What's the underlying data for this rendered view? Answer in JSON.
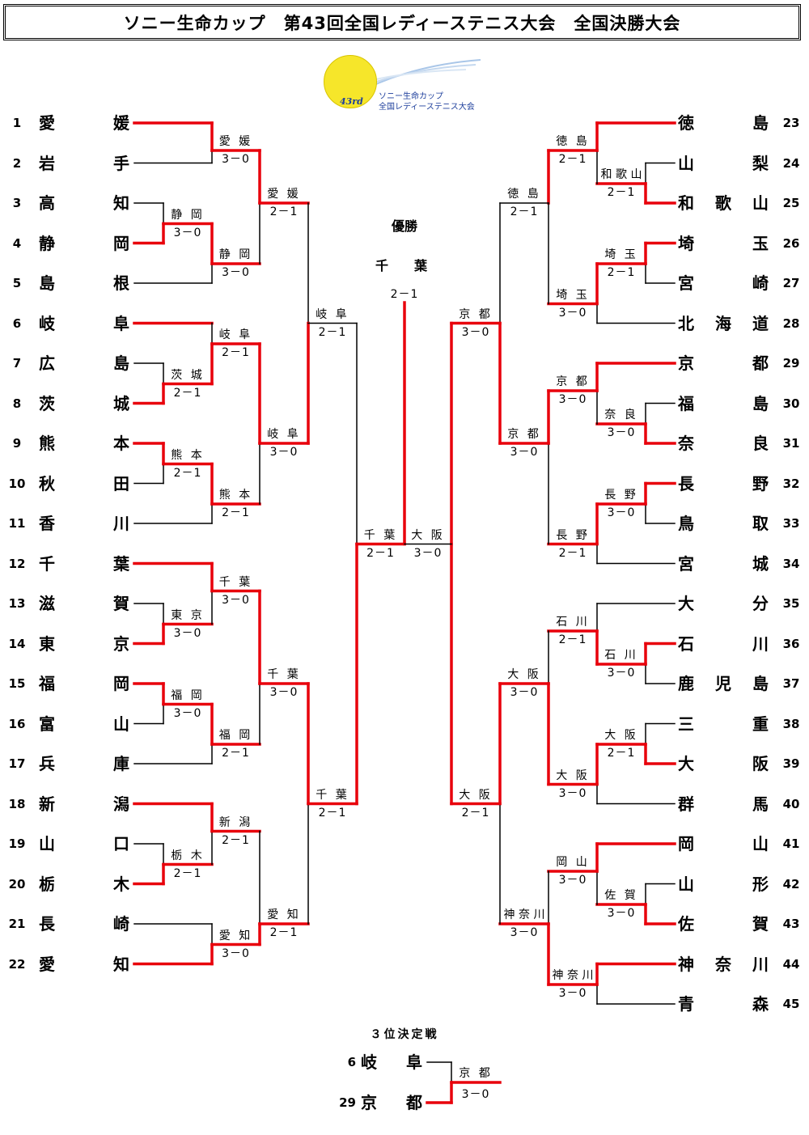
{
  "title": "ソニー生命カップ　第43回全国レディーステニス大会　全国決勝大会",
  "logo": {
    "ordinal": "43rd",
    "line1": "ソニー生命カップ",
    "line2": "全国レディーステニス大会"
  },
  "colors": {
    "winner_line": "#e8000b",
    "loser_line": "#000000"
  },
  "champion": {
    "label": "優勝",
    "name": "千　葉",
    "score": "2－1"
  },
  "left_teams": [
    {
      "seed": "1",
      "name": [
        "愛",
        "媛"
      ]
    },
    {
      "seed": "2",
      "name": [
        "岩",
        "手"
      ]
    },
    {
      "seed": "3",
      "name": [
        "高",
        "知"
      ]
    },
    {
      "seed": "4",
      "name": [
        "静",
        "岡"
      ]
    },
    {
      "seed": "5",
      "name": [
        "島",
        "根"
      ]
    },
    {
      "seed": "6",
      "name": [
        "岐",
        "阜"
      ]
    },
    {
      "seed": "7",
      "name": [
        "広",
        "島"
      ]
    },
    {
      "seed": "8",
      "name": [
        "茨",
        "城"
      ]
    },
    {
      "seed": "9",
      "name": [
        "熊",
        "本"
      ]
    },
    {
      "seed": "10",
      "name": [
        "秋",
        "田"
      ]
    },
    {
      "seed": "11",
      "name": [
        "香",
        "川"
      ]
    },
    {
      "seed": "12",
      "name": [
        "千",
        "葉"
      ]
    },
    {
      "seed": "13",
      "name": [
        "滋",
        "賀"
      ]
    },
    {
      "seed": "14",
      "name": [
        "東",
        "京"
      ]
    },
    {
      "seed": "15",
      "name": [
        "福",
        "岡"
      ]
    },
    {
      "seed": "16",
      "name": [
        "富",
        "山"
      ]
    },
    {
      "seed": "17",
      "name": [
        "兵",
        "庫"
      ]
    },
    {
      "seed": "18",
      "name": [
        "新",
        "潟"
      ]
    },
    {
      "seed": "19",
      "name": [
        "山",
        "口"
      ]
    },
    {
      "seed": "20",
      "name": [
        "栃",
        "木"
      ]
    },
    {
      "seed": "21",
      "name": [
        "長",
        "崎"
      ]
    },
    {
      "seed": "22",
      "name": [
        "愛",
        "知"
      ]
    }
  ],
  "right_teams": [
    {
      "seed": "23",
      "name": [
        "徳",
        "島"
      ]
    },
    {
      "seed": "24",
      "name": [
        "山",
        "梨"
      ]
    },
    {
      "seed": "25",
      "name": [
        "和",
        "歌",
        "山"
      ]
    },
    {
      "seed": "26",
      "name": [
        "埼",
        "玉"
      ]
    },
    {
      "seed": "27",
      "name": [
        "宮",
        "崎"
      ]
    },
    {
      "seed": "28",
      "name": [
        "北",
        "海",
        "道"
      ]
    },
    {
      "seed": "29",
      "name": [
        "京",
        "都"
      ]
    },
    {
      "seed": "30",
      "name": [
        "福",
        "島"
      ]
    },
    {
      "seed": "31",
      "name": [
        "奈",
        "良"
      ]
    },
    {
      "seed": "32",
      "name": [
        "長",
        "野"
      ]
    },
    {
      "seed": "33",
      "name": [
        "鳥",
        "取"
      ]
    },
    {
      "seed": "34",
      "name": [
        "宮",
        "城"
      ]
    },
    {
      "seed": "35",
      "name": [
        "大",
        "分"
      ]
    },
    {
      "seed": "36",
      "name": [
        "石",
        "川"
      ]
    },
    {
      "seed": "37",
      "name": [
        "鹿",
        "児",
        "島"
      ]
    },
    {
      "seed": "38",
      "name": [
        "三",
        "重"
      ]
    },
    {
      "seed": "39",
      "name": [
        "大",
        "阪"
      ]
    },
    {
      "seed": "40",
      "name": [
        "群",
        "馬"
      ]
    },
    {
      "seed": "41",
      "name": [
        "岡",
        "山"
      ]
    },
    {
      "seed": "42",
      "name": [
        "山",
        "形"
      ]
    },
    {
      "seed": "43",
      "name": [
        "佐",
        "賀"
      ]
    },
    {
      "seed": "44",
      "name": [
        "神",
        "奈",
        "川"
      ]
    },
    {
      "seed": "45",
      "name": [
        "青",
        "森"
      ]
    }
  ],
  "matches": [
    {
      "winner": "静岡",
      "score": "3－0"
    },
    {
      "winner": "茨城",
      "score": "2－1"
    },
    {
      "winner": "熊本",
      "score": "2－1"
    },
    {
      "winner": "東京",
      "score": "3－0"
    },
    {
      "winner": "福岡",
      "score": "3－0"
    },
    {
      "winner": "栃木",
      "score": "2－1"
    },
    {
      "winner": "愛媛",
      "score": "3－0"
    },
    {
      "winner": "静岡",
      "score": "3－0"
    },
    {
      "winner": "岐阜",
      "score": "2－1"
    },
    {
      "winner": "熊本",
      "score": "2－1"
    },
    {
      "winner": "千葉",
      "score": "3－0"
    },
    {
      "winner": "福岡",
      "score": "2－1"
    },
    {
      "winner": "新潟",
      "score": "2－1"
    },
    {
      "winner": "愛知",
      "score": "3－0"
    },
    {
      "winner": "愛媛",
      "score": "2－1"
    },
    {
      "winner": "岐阜",
      "score": "3－0"
    },
    {
      "winner": "千葉",
      "score": "3－0"
    },
    {
      "winner": "愛知",
      "score": "2－1"
    },
    {
      "winner": "岐阜",
      "score": "2－1"
    },
    {
      "winner": "千葉",
      "score": "2－1"
    },
    {
      "winner": "千葉",
      "score": "2－1"
    },
    {
      "winner": "和歌山",
      "score": "2－1"
    },
    {
      "winner": "埼玉",
      "score": "2－1"
    },
    {
      "winner": "奈良",
      "score": "3－0"
    },
    {
      "winner": "長野",
      "score": "3－0"
    },
    {
      "winner": "石川",
      "score": "3－0"
    },
    {
      "winner": "大阪",
      "score": "2－1"
    },
    {
      "winner": "佐賀",
      "score": "3－0"
    },
    {
      "winner": "徳島",
      "score": "2－1"
    },
    {
      "winner": "埼玉",
      "score": "3－0"
    },
    {
      "winner": "京都",
      "score": "3－0"
    },
    {
      "winner": "長野",
      "score": "2－1"
    },
    {
      "winner": "石川",
      "score": "2－1"
    },
    {
      "winner": "大阪",
      "score": "3－0"
    },
    {
      "winner": "岡山",
      "score": "3－0"
    },
    {
      "winner": "神奈川",
      "score": "3－0"
    },
    {
      "winner": "徳島",
      "score": "2－1"
    },
    {
      "winner": "京都",
      "score": "3－0"
    },
    {
      "winner": "大阪",
      "score": "3－0"
    },
    {
      "winner": "神奈川",
      "score": "3－0"
    },
    {
      "winner": "京都",
      "score": "3－0"
    },
    {
      "winner": "大阪",
      "score": "2－1"
    },
    {
      "winner": "大阪",
      "score": "3－0"
    }
  ],
  "third_place": {
    "label": "３位決定戦",
    "teams": [
      {
        "seed": "6",
        "name": [
          "岐",
          "阜"
        ]
      },
      {
        "seed": "29",
        "name": [
          "京",
          "都"
        ]
      }
    ],
    "winner": "京都",
    "score": "3－0"
  }
}
